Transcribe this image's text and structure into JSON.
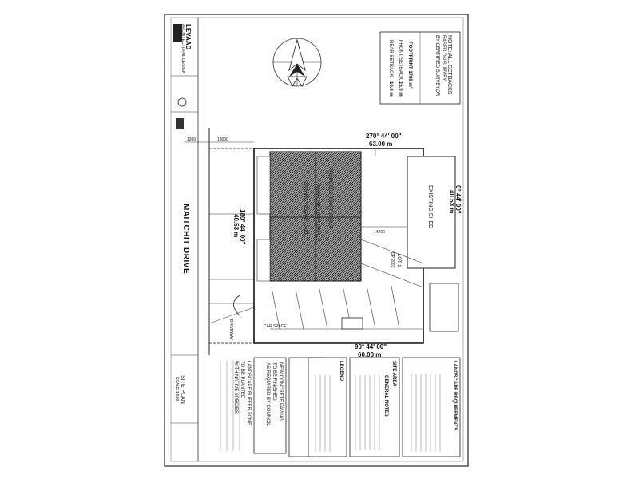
{
  "street_name": "MAITCHIT DRIVE",
  "north_bearing": "270° 44' 00\"",
  "north_length": "63.00 m",
  "south_bearing": "90° 44' 00\"",
  "south_length": "60.00 m",
  "west_bearing": "180° 44' 00\"",
  "west_length": "40.53 m",
  "east_bearing": "0° 44' 00\"",
  "east_length": "40.53 m",
  "existing_shed": "EXISTING SHED",
  "building_unit_a": "PROPOSED TRAFFIC UNIT",
  "building_unit_b": "SECOND TRAFFIC UNIT",
  "building_center": "PROPOSED SITE OFFICE",
  "lot_label": "LOT 1",
  "lot_dp": "DP 2003",
  "site_area_line": "FOOTPRINT 1780 m²",
  "front_setback": "FRONT SETBACK",
  "front_setback_value": "15.0 m",
  "rear_setback": "REAR SETBACK",
  "rear_setback_value": "10.0 m",
  "notes_header": "NOTE: ALL SETBACKS",
  "notes_line1": "BASED ON SURVEY",
  "notes_line2": "BY CERTIFIED SURVEYOR",
  "firm_name": "LEVAAD",
  "firm_tag": "ARCHITECTURAL DESIGN",
  "drawing_title": "SITE PLAN",
  "scale_note": "SCALE 1:500",
  "legend_title": "LEGEND",
  "landscape_title": "SITE AREA",
  "general_notes_title": "GENERAL NOTES",
  "summary_title": "LANDSCAPE REQUIREMENTS",
  "bottom_note1": "NEW CONCRETE PAVING",
  "bottom_note2": "TO BE FINISHED",
  "bottom_note3": "AS REQUIRED BY COUNCIL",
  "landscape_note1": "LANDSCAPE BUFFER ZONE",
  "landscape_note2": "TO BE PLANTED",
  "landscape_note3": "WITH NATIVE SPECIES",
  "parking_label": "CAR SPACE",
  "dim_1200": "1200",
  "dim_13000": "13000",
  "dim_14200": "14200",
  "driveway": "DRIVEWAY",
  "colors": {
    "ink": "#111111",
    "hatch": "#555555",
    "paper": "#ffffff"
  }
}
